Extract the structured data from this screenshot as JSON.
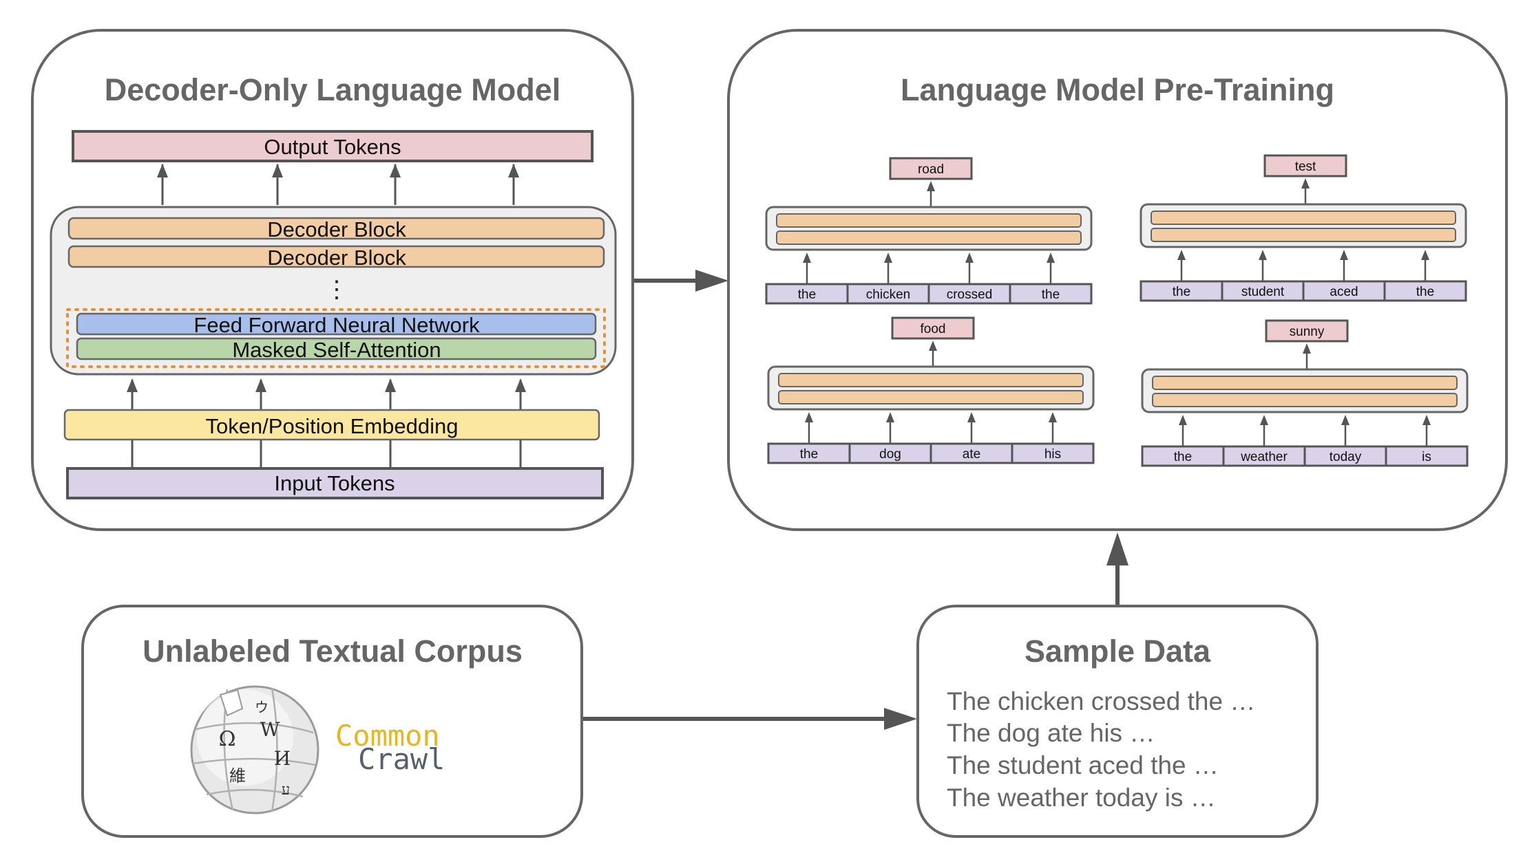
{
  "colors": {
    "panel_border": "#666666",
    "output_fill": "#ecccce",
    "decoder_fill": "#f2cca2",
    "ffn_fill": "#a8bfec",
    "attention_fill": "#b8d6a8",
    "embedding_fill": "#fce7a1",
    "input_fill": "#d9d2e9",
    "stack_fill": "#efefef",
    "dotted_border": "#e69138"
  },
  "decoder_model": {
    "title": "Decoder-Only Language Model",
    "output_tokens": "Output Tokens",
    "decoder_block_1": "Decoder Block",
    "decoder_block_2": "Decoder Block",
    "ellipsis": "⋮",
    "ffn": "Feed Forward Neural Network",
    "attention": "Masked Self-Attention",
    "embedding": "Token/Position Embedding",
    "input_tokens": "Input Tokens"
  },
  "pretraining": {
    "title": "Language Model Pre-Training",
    "examples": [
      {
        "target": "road",
        "tokens": [
          "the",
          "chicken",
          "crossed",
          "the"
        ]
      },
      {
        "target": "test",
        "tokens": [
          "the",
          "student",
          "aced",
          "the"
        ]
      },
      {
        "target": "food",
        "tokens": [
          "the",
          "dog",
          "ate",
          "his"
        ]
      },
      {
        "target": "sunny",
        "tokens": [
          "the",
          "weather",
          "today",
          "is"
        ]
      }
    ]
  },
  "corpus": {
    "title": "Unlabeled Textual Corpus",
    "logo_icon": "wikipedia-globe-icon",
    "common_crawl_line1": "Common",
    "common_crawl_line2": "Crawl"
  },
  "sample_data": {
    "title": "Sample Data",
    "lines": [
      "The chicken crossed the …",
      "The dog ate his …",
      "The student aced the …",
      "The weather today is …"
    ]
  }
}
